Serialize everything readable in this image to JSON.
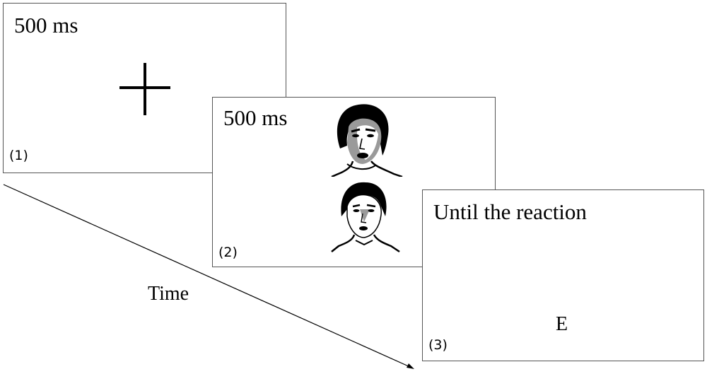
{
  "panels": [
    {
      "duration": "500 ms",
      "label": "(1)",
      "stimulus": "fixation-cross"
    },
    {
      "duration": "500 ms",
      "label": "(2)",
      "stimulus": "face-pair"
    },
    {
      "duration": "Until the reaction",
      "label": "(3)",
      "stimulus": "letter",
      "letter": "E"
    }
  ],
  "timeline": {
    "label": "Time"
  },
  "colors": {
    "ink": "#000000",
    "border": "#555555",
    "face_shade": "#9a9a9a"
  }
}
